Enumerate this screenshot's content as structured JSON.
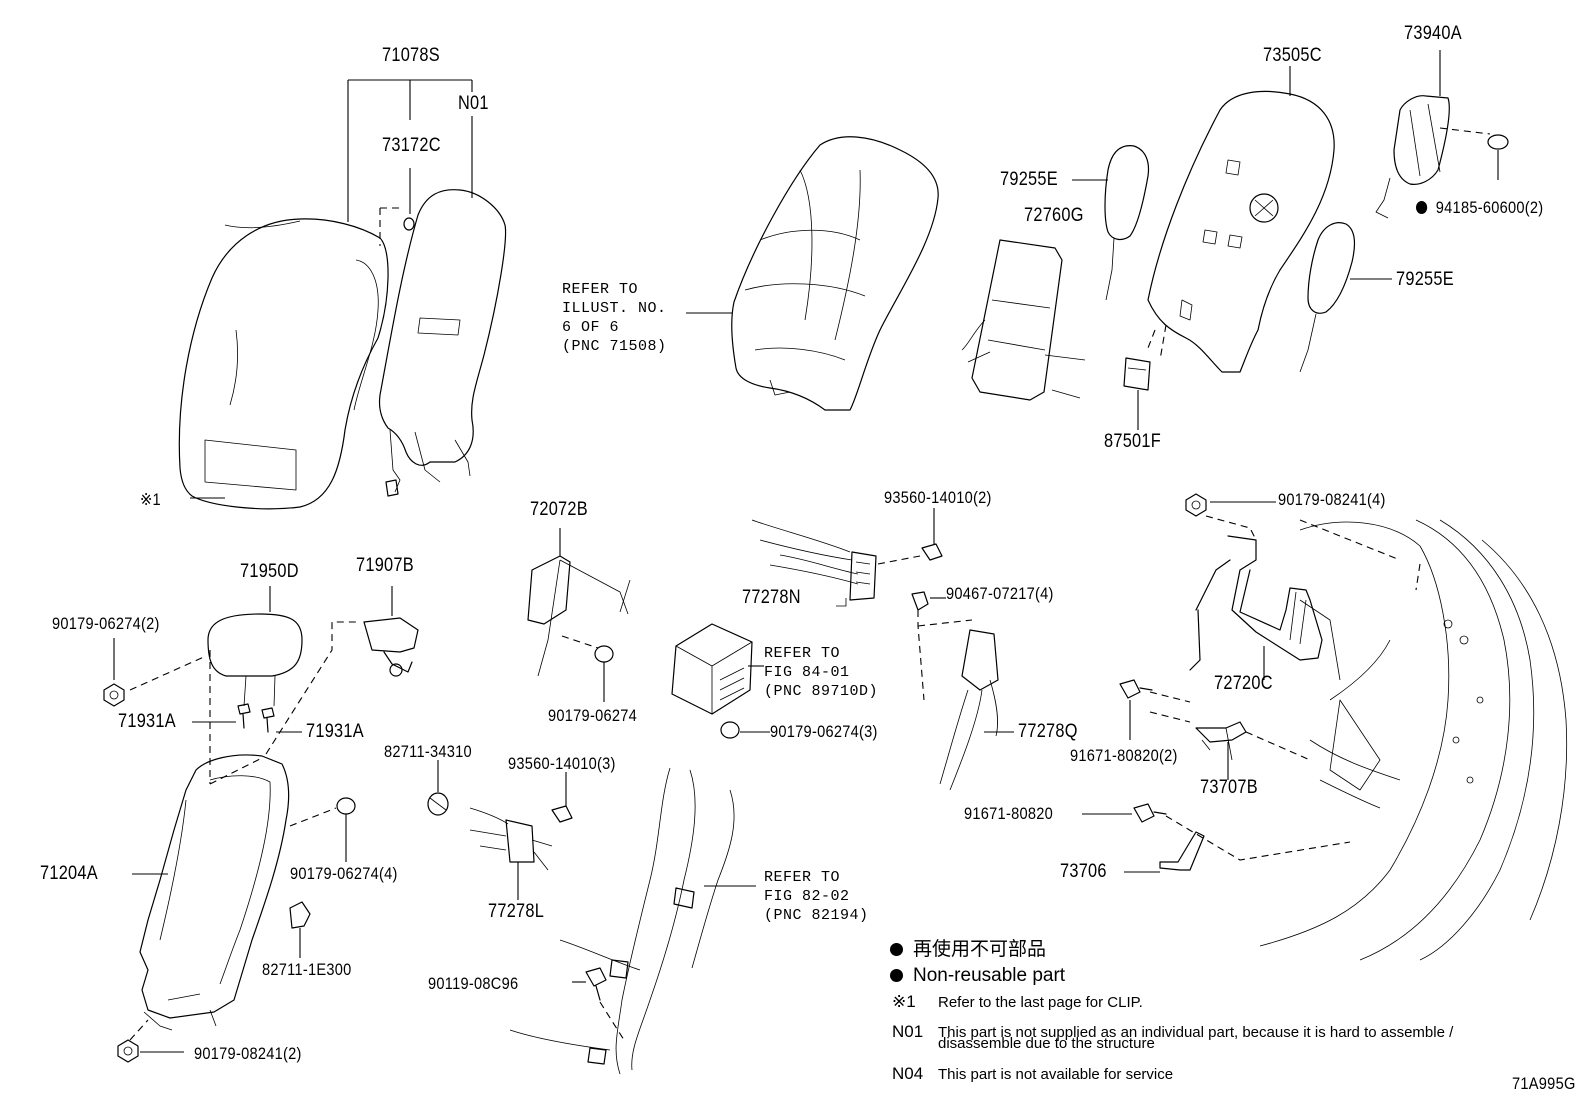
{
  "callouts": {
    "c71078S": "71078S",
    "cN01": "N01",
    "c73172C": "73172C",
    "c73505C": "73505C",
    "c73940A": "73940A",
    "c79255E_top": "79255E",
    "c72760G": "72760G",
    "c79255E_right": "79255E",
    "c94185": "94185-60600(2)",
    "c87501F": "87501F",
    "cNote1": "※1",
    "c72072B": "72072B",
    "c93560_2": "93560-14010(2)",
    "c90179_08241_4": "90179-08241(4)",
    "c71950D": "71950D",
    "c71907B": "71907B",
    "c90179_06274_2": "90179-06274(2)",
    "c77278N": "77278N",
    "c90467": "90467-07217(4)",
    "c72720C": "72720C",
    "c71931A_left": "71931A",
    "c71931A_right": "71931A",
    "c90179_06274_mid": "90179-06274",
    "c90179_06274_3": "90179-06274(3)",
    "c77278Q": "77278Q",
    "c91671_2": "91671-80820(2)",
    "c82711_34310": "82711-34310",
    "c93560_3": "93560-14010(3)",
    "c73707B": "73707B",
    "c91671": "91671-80820",
    "c71204A": "71204A",
    "c90179_06274_4": "90179-06274(4)",
    "c77278L": "77278L",
    "c73706": "73706",
    "c82711_1E300": "82711-1E300",
    "c90119": "90119-08C96",
    "c90179_08241_2": "90179-08241(2)"
  },
  "references": {
    "ref_71508": [
      "REFER TO",
      "ILLUST. NO.",
      "6 OF 6",
      "(PNC 71508)"
    ],
    "ref_84": [
      "REFER TO",
      "FIG 84-01",
      "(PNC 89710D)"
    ],
    "ref_82": [
      "REFER TO",
      "FIG 82-02",
      "(PNC 82194)"
    ]
  },
  "legend": {
    "jp_nonreusable": "再使用不可部品",
    "en_nonreusable": "Non-reusable part",
    "note1_code": "※1",
    "note1_text": "Refer to the last page for CLIP.",
    "n01_code": "N01",
    "n01_text_line1": "This part is not supplied as an individual part, because it is hard to assemble /",
    "n01_text_line2": "disassemble due to the structure",
    "n04_code": "N04",
    "n04_text": "This part is not available for service"
  },
  "illustration_id": "71A995G"
}
